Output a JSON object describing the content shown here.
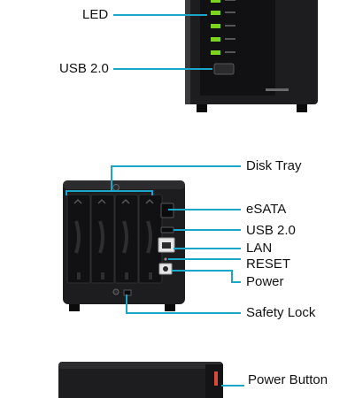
{
  "colors": {
    "leader": "#1aa6c8",
    "device_body": "#1d1d1f",
    "device_dark": "#0b0b0c",
    "device_edge": "#3a3a3d",
    "led": "#7ed321",
    "background": "#ffffff"
  },
  "front_view": {
    "labels": {
      "led": "LED",
      "usb": "USB 2.0"
    }
  },
  "back_view": {
    "labels": {
      "disk_tray": "Disk Tray",
      "esata": "eSATA",
      "usb": "USB 2.0",
      "lan": "LAN",
      "reset": "RESET",
      "power": "Power",
      "safety_lock": "Safety Lock"
    }
  },
  "side_view": {
    "labels": {
      "power_button": "Power Button"
    }
  }
}
